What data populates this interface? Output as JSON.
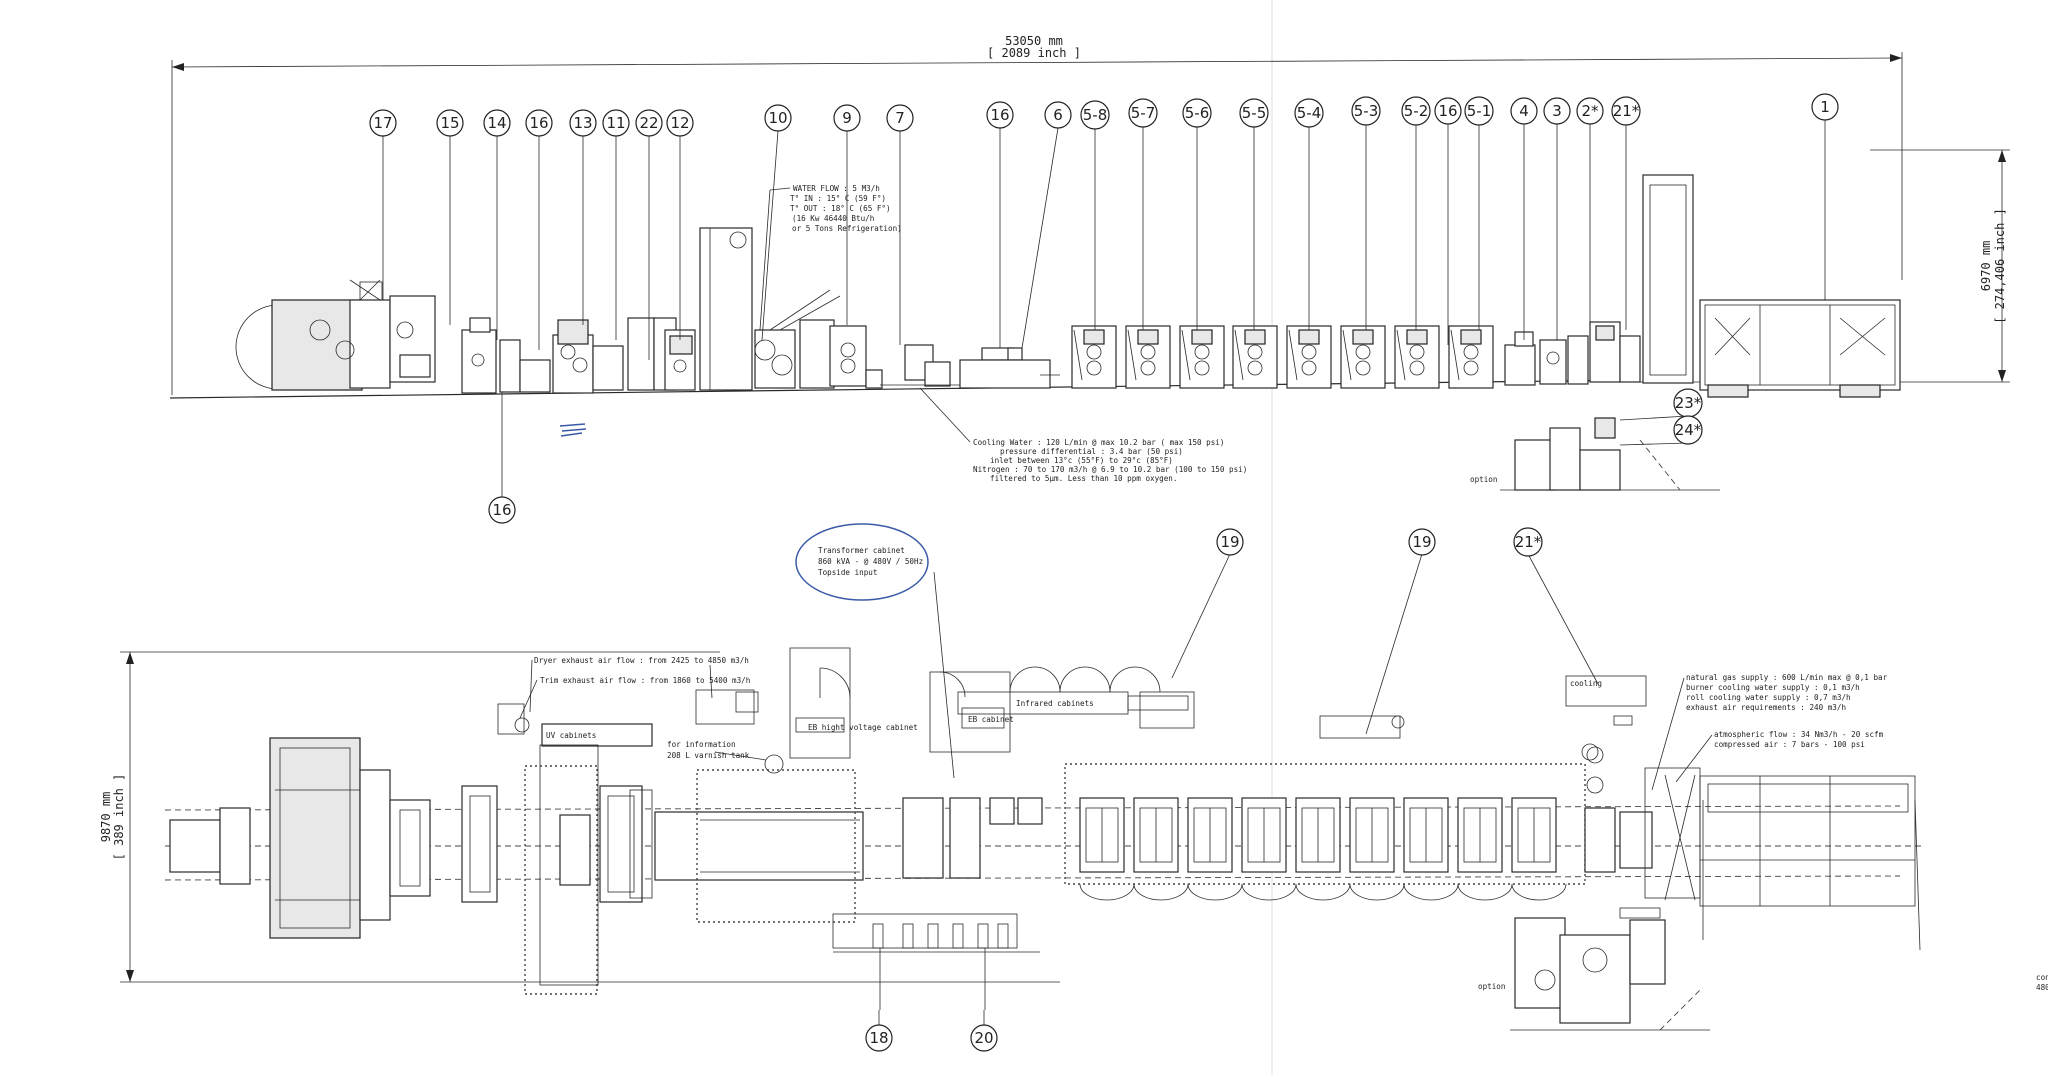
{
  "dimensions": {
    "overall_length": "53050 mm",
    "overall_length_inch": "[ 2089 inch ]",
    "height": "6970 mm",
    "height_inch": "[ 274,406 inch ]",
    "width": "9870 mm",
    "width_inch": "[ 389 inch ]"
  },
  "balloons_top": [
    "17",
    "15",
    "14",
    "16",
    "13",
    "11",
    "22",
    "12",
    "10",
    "9",
    "7",
    "16",
    "6",
    "5-8",
    "5-7",
    "5-6",
    "5-5",
    "5-4",
    "5-3",
    "5-2",
    "16",
    "5-1",
    "4",
    "3",
    "2*",
    "21*",
    "1"
  ],
  "balloons_mid": [
    "16",
    "23*",
    "24*"
  ],
  "balloons_bottom": [
    "19",
    "19",
    "21*",
    "18",
    "20"
  ],
  "notes": {
    "water_flow": [
      "WATER FLOW : 5 M3/h",
      "T° IN   : 15° C (59 F°)",
      "T° OUT  : 18° C (65 F°)",
      "(16 Kw 46440 Btu/h",
      "or 5 Tons Refrigeration)"
    ],
    "cooling_water": [
      "Cooling Water : 120 L/min @ max 10.2 bar ( max 150 psi)",
      "pressure differential : 3.4 bar (50 psi)",
      "inlet between 13°c (55°F) to 29°c (85°F)",
      "Nitrogen : 70 to 170 m3/h @ 6.9 to 10.2 bar (100 to 150 psi)",
      "filtered to 5µm. Less than 10 ppm oxygen."
    ],
    "transformer": [
      "Transformer cabinet",
      "860 kVA - @ 480V / 50Hz",
      "Topside input"
    ],
    "dryer_exhaust": "Dryer exhaust air flow : from 2425 to 4850 m3/h",
    "trim_exhaust": "Trim exhaust air flow : from 1860 to 5400 m3/h",
    "for_information": [
      "for information",
      "208 L varnish tank"
    ],
    "gas": [
      "natural gas supply : 600 L/min max @ 0,1 bar",
      "burner cooling water supply : 0,1 m3/h",
      "roll cooling water supply : 0,7 m3/h",
      "exhaust air requirements : 240 m3/h"
    ],
    "nitrogen": [
      "atmospheric flow : 34 Nm3/h - 20 scfm",
      "compressed air : 7 bars - 100 psi"
    ],
    "cooling": "cooling",
    "option": "option",
    "edge": [
      "con",
      "480"
    ]
  },
  "cabinet_labels": {
    "uv": "UV cabinets",
    "eb_hv": "EB hight voltage cabinet",
    "eb": "EB cabinet",
    "infrared": "Infrared cabinets"
  }
}
